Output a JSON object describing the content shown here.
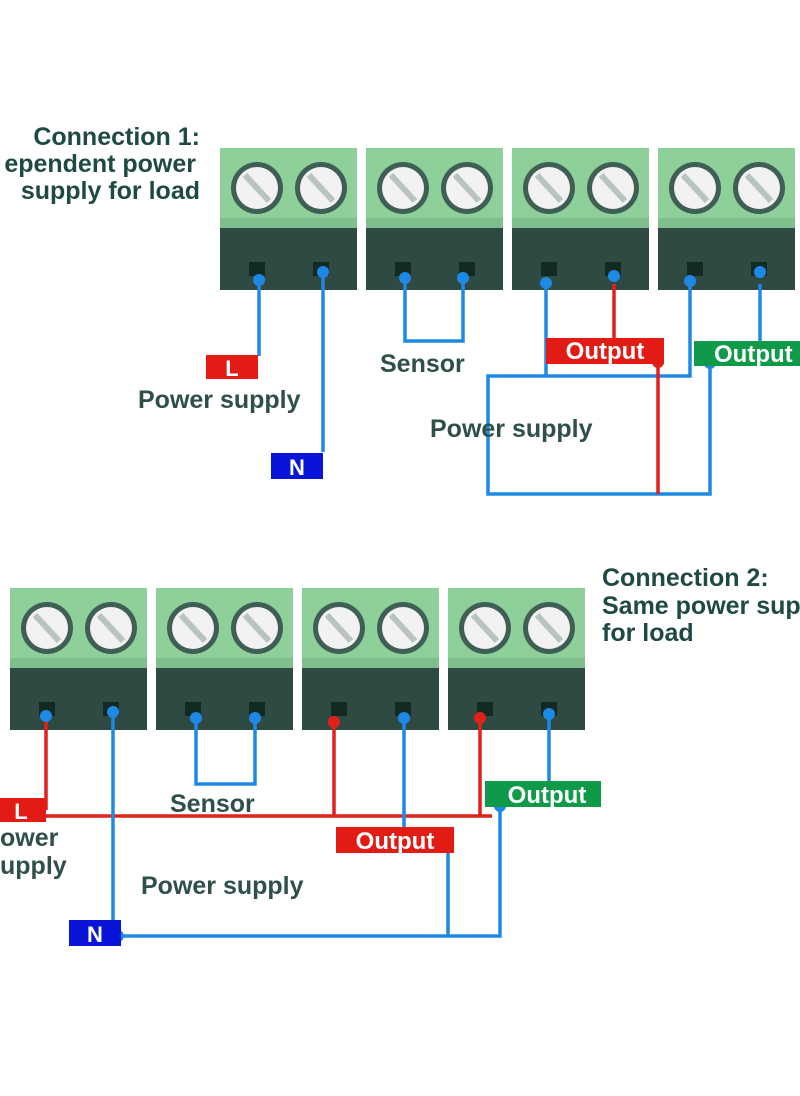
{
  "colors": {
    "terminal_top": "#8fcf9a",
    "terminal_top_shade": "#7fbf8b",
    "terminal_bottom": "#2e4a43",
    "screw": "#f2f2f2",
    "wire_blue": "#1e88e5",
    "wire_red": "#e0201a",
    "label_red": "#e21b14",
    "label_green": "#0f9a4a",
    "label_blue": "#0a14d8",
    "text_dark": "#2f4f4a",
    "title_dark": "#1f4a44"
  },
  "connection1": {
    "title_lines": [
      "Connection 1:",
      "ependent power",
      "supply for load"
    ],
    "L_label": "L",
    "N_label": "N",
    "power_supply_left": "Power supply",
    "sensor": "Sensor",
    "output_red": "Output",
    "output_green": "Output",
    "power_supply_right": "Power supply"
  },
  "connection2": {
    "title_lines": [
      "Connection 2:",
      "Same power sup",
      "for load"
    ],
    "L_label": "L",
    "N_label": "N",
    "power_left_lines": [
      "ower",
      "upply"
    ],
    "sensor": "Sensor",
    "output_red": "Output",
    "output_green": "Output",
    "power_supply": "Power supply"
  }
}
